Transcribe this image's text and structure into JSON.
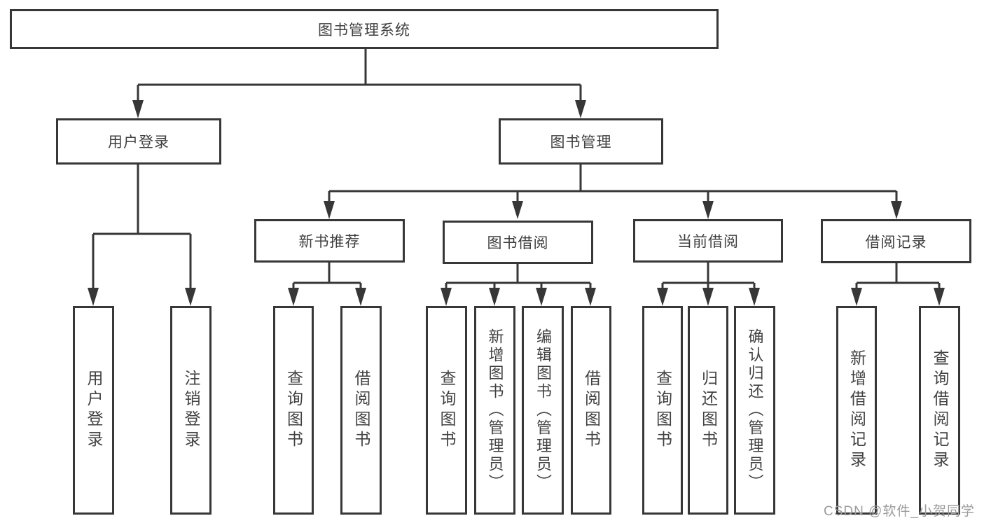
{
  "tree": {
    "label": "图书管理系统",
    "children": [
      {
        "label": "用户登录",
        "children": [
          {
            "label": "用户登录"
          },
          {
            "label": "注销登录"
          }
        ]
      },
      {
        "label": "图书管理",
        "children": [
          {
            "label": "新书推荐",
            "children": [
              {
                "label": "查询图书"
              },
              {
                "label": "借阅图书"
              }
            ]
          },
          {
            "label": "图书借阅",
            "children": [
              {
                "label": "查询图书"
              },
              {
                "label": "新增图书（管理员）"
              },
              {
                "label": "编辑图书（管理员）"
              },
              {
                "label": "借阅图书"
              }
            ]
          },
          {
            "label": "当前借阅",
            "children": [
              {
                "label": "查询图书"
              },
              {
                "label": "归还图书"
              },
              {
                "label": "确认归还（管理员）"
              }
            ]
          },
          {
            "label": "借阅记录",
            "children": [
              {
                "label": "新增借阅记录"
              },
              {
                "label": "查询借阅记录"
              }
            ]
          }
        ]
      }
    ]
  },
  "watermark": "CSDN @软件_小贺同学",
  "colors": {
    "line": "#373737",
    "box_border": "#373737",
    "text": "#3f3f3f",
    "watermark": "#9c9c9c",
    "background": "#ffffff"
  }
}
